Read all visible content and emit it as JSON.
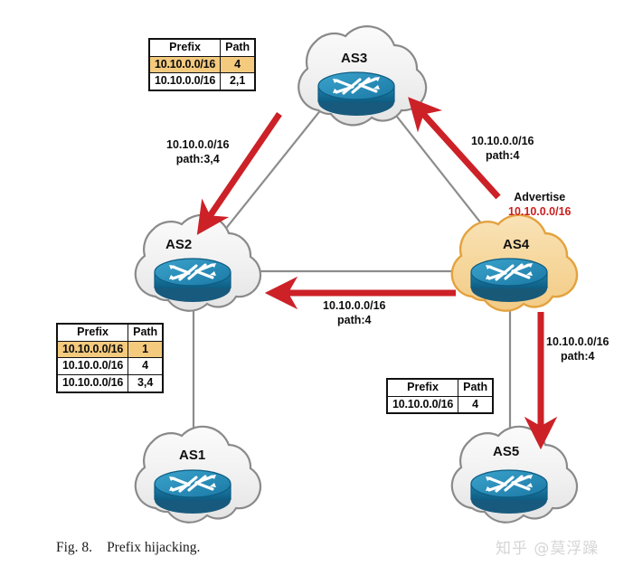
{
  "figure": {
    "caption_number": "Fig. 8.",
    "caption_text": "Prefix hijacking.",
    "watermark": "知乎 @莫浮躁"
  },
  "colors": {
    "cloud_fill": "#f2f2f2",
    "cloud_stroke": "#808080",
    "cloud_fill_attacker": "#f6d9a1",
    "cloud_stroke_attacker": "#e0a23c",
    "router_blue": "#1b7ba6",
    "router_blue_dark": "#14628a",
    "link_gray": "#8c8c8c",
    "arrow_red": "#cc2127",
    "table_highlight": "#f3ca7e",
    "advertise_red": "#cc1f1f"
  },
  "nodes": [
    {
      "id": "as3",
      "label": "AS3",
      "attacker": false
    },
    {
      "id": "as2",
      "label": "AS2",
      "attacker": false
    },
    {
      "id": "as4",
      "label": "AS4",
      "attacker": true
    },
    {
      "id": "as1",
      "label": "AS1",
      "attacker": false
    },
    {
      "id": "as5",
      "label": "AS5",
      "attacker": false
    }
  ],
  "tables": [
    {
      "id": "as3-table",
      "owner": "AS3",
      "headers": [
        "Prefix",
        "Path"
      ],
      "rows": [
        {
          "prefix": "10.10.0.0/16",
          "path": "4",
          "highlight": true
        },
        {
          "prefix": "10.10.0.0/16",
          "path": "2,1",
          "highlight": false
        }
      ]
    },
    {
      "id": "as2-table",
      "owner": "AS2",
      "headers": [
        "Prefix",
        "Path"
      ],
      "rows": [
        {
          "prefix": "10.10.0.0/16",
          "path": "1",
          "highlight": true
        },
        {
          "prefix": "10.10.0.0/16",
          "path": "4",
          "highlight": false
        },
        {
          "prefix": "10.10.0.0/16",
          "path": "3,4",
          "highlight": false
        }
      ]
    },
    {
      "id": "as5-table",
      "owner": "AS5",
      "headers": [
        "Prefix",
        "Path"
      ],
      "rows": [
        {
          "prefix": "10.10.0.0/16",
          "path": "4",
          "highlight": false
        }
      ]
    }
  ],
  "annotations": {
    "advertise_title": "Advertise",
    "advertise_prefix": "10.10.0.0/16",
    "as3_to_as2": {
      "prefix": "10.10.0.0/16",
      "path": "path:3,4"
    },
    "as4_to_as3": {
      "prefix": "10.10.0.0/16",
      "path": "path:4"
    },
    "as4_to_as2": {
      "prefix": "10.10.0.0/16",
      "path": "path:4"
    },
    "as4_to_as5": {
      "prefix": "10.10.0.0/16",
      "path": "path:4"
    }
  }
}
